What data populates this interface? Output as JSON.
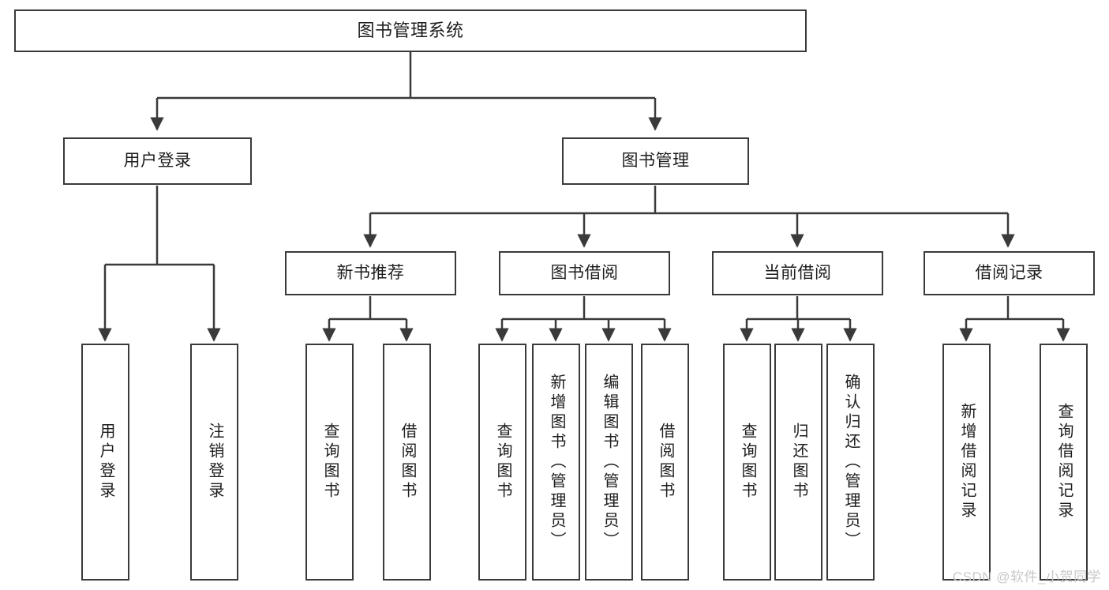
{
  "diagram": {
    "title": "图书管理系统",
    "type": "tree",
    "background_color": "#ffffff",
    "line_color": "#3a3a3a",
    "text_color": "#1d1d1d"
  },
  "nodes": {
    "root": {
      "label": "图书管理系统",
      "level": 1
    },
    "level2": [
      {
        "id": "user-login",
        "label": "用户登录"
      },
      {
        "id": "book-manage",
        "label": "图书管理"
      }
    ],
    "level3": [
      {
        "id": "new-book-recommend",
        "label": "新书推荐"
      },
      {
        "id": "book-borrow",
        "label": "图书借阅"
      },
      {
        "id": "current-borrow",
        "label": "当前借阅"
      },
      {
        "id": "borrow-record",
        "label": "借阅记录"
      }
    ],
    "leaves": {
      "user_login": [
        {
          "id": "leaf-user-login",
          "label": "用户登录"
        },
        {
          "id": "leaf-logout",
          "label": "注销登录"
        }
      ],
      "new_book_recommend": [
        {
          "id": "leaf-query-book-1",
          "label": "查询图书"
        },
        {
          "id": "leaf-borrow-book-1",
          "label": "借阅图书"
        }
      ],
      "book_borrow": [
        {
          "id": "leaf-query-book-2",
          "label": "查询图书"
        },
        {
          "id": "leaf-add-book",
          "label": "新增图书（管理员）"
        },
        {
          "id": "leaf-edit-book",
          "label": "编辑图书（管理员）"
        },
        {
          "id": "leaf-borrow-book-2",
          "label": "借阅图书"
        }
      ],
      "current_borrow": [
        {
          "id": "leaf-query-book-3",
          "label": "查询图书"
        },
        {
          "id": "leaf-return-book",
          "label": "归还图书"
        },
        {
          "id": "leaf-confirm-return",
          "label": "确认归还（管理员）"
        }
      ],
      "borrow_record": [
        {
          "id": "leaf-add-record",
          "label": "新增借阅记录"
        },
        {
          "id": "leaf-query-record",
          "label": "查询借阅记录"
        }
      ]
    }
  },
  "watermark": {
    "text": "CSDN @软件_小贺同学",
    "color": "#c9c9c9"
  }
}
